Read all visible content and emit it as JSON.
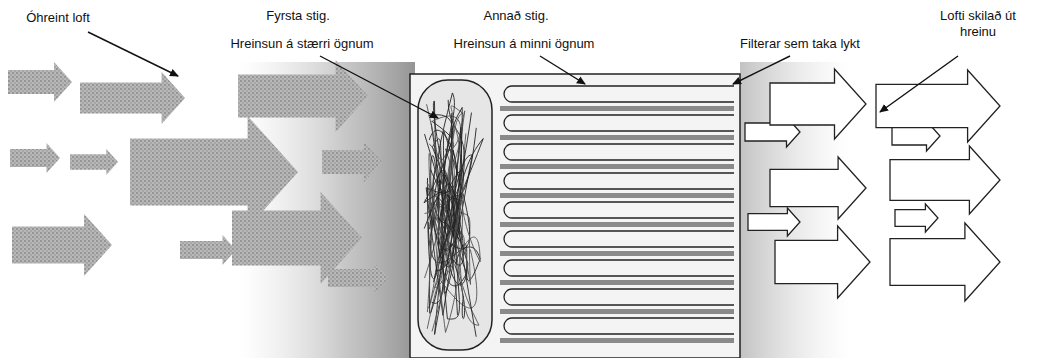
{
  "diagram": {
    "labels": [
      "Óhreint loft",
      "Fyrsta stig.",
      "Hreinsun á stærri ögnum",
      "Annað stig.",
      "Hreinsun á minni ögnum",
      "Filterar sem taka lykt",
      "Lofti skilað út hreinu"
    ]
  }
}
